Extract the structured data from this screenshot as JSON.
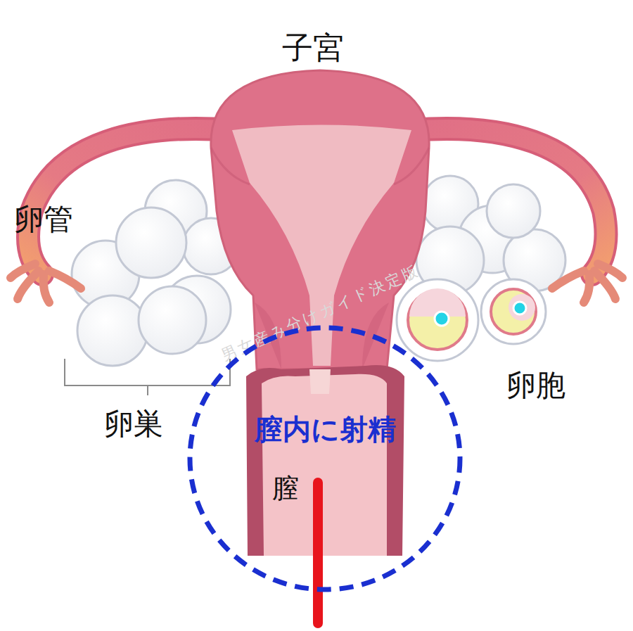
{
  "diagram": {
    "nodes": [
      {
        "text": [
          "膣内に射精",
          "膣"
        ]
      }
    ],
    "labels": [
      "子宮",
      "卵管",
      "卵巣",
      "卵胞",
      "男女産み分けガイド決定版"
    ]
  }
}
